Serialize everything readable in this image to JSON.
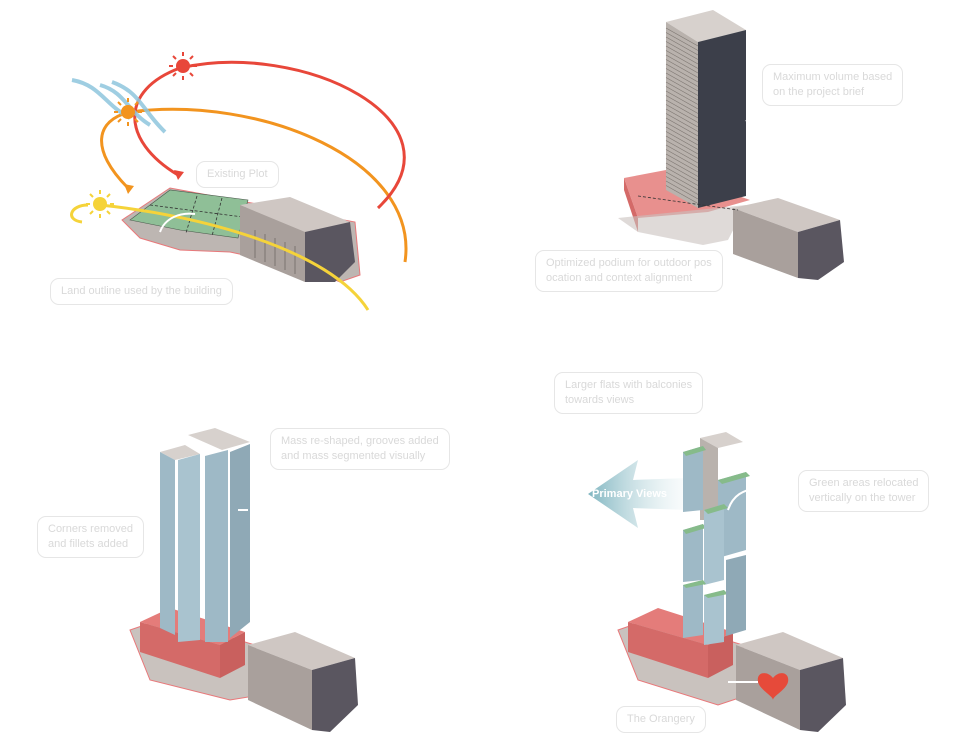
{
  "title": "Massing evolution diagram",
  "colors": {
    "sun_red": "#e8473a",
    "sun_orange": "#f2941f",
    "sun_yellow": "#f5d33a",
    "wind_blue": "#8fc6de",
    "plot_green": "#8fbf97",
    "podium_red": "#e47c7a",
    "existing_building": "#bdb3ae",
    "tower_grey": "#b9b2ad",
    "tower_dark": "#3c3f4a",
    "tower_glass": "#9eb9c6",
    "terrace_green": "#86bb8a",
    "heart_red": "#e64a3a",
    "label_text": "#d9d9d9",
    "label_border": "#e6e6e6"
  },
  "panels": [
    {
      "id": "site",
      "labels": [
        {
          "name": "existing-plot-label",
          "text": "Existing Plot"
        },
        {
          "name": "land-outline-label",
          "text": "Land outline used by the building"
        }
      ],
      "icons": [
        "sun-icon-red",
        "sun-icon-orange",
        "sun-icon-yellow",
        "wind-arrows-icon"
      ]
    },
    {
      "id": "maximum-volume",
      "labels": [
        {
          "name": "maximum-volume-label",
          "line1": "Maximum volume based",
          "line2": "on the project brief"
        },
        {
          "name": "optimized-podium-label",
          "line1": "Optimized podium for outdoor pos",
          "line2": "ocation and context alignment"
        }
      ]
    },
    {
      "id": "reshaped-mass",
      "labels": [
        {
          "name": "mass-reshaped-label",
          "line1": "Mass re-shaped, grooves added",
          "line2": "and mass segmented visually"
        },
        {
          "name": "corners-removed-label",
          "line1": "Corners removed",
          "line2": "and fillets added"
        }
      ]
    },
    {
      "id": "final-tower",
      "labels": [
        {
          "name": "larger-flats-label",
          "line1": "Larger flats with balconies",
          "line2": "towards views"
        },
        {
          "name": "green-areas-label",
          "line1": "Green areas relocated",
          "line2": "vertically on the tower"
        },
        {
          "name": "orangery-label",
          "text": "The Orangery"
        }
      ],
      "arrow_text": "Primary Views"
    }
  ]
}
